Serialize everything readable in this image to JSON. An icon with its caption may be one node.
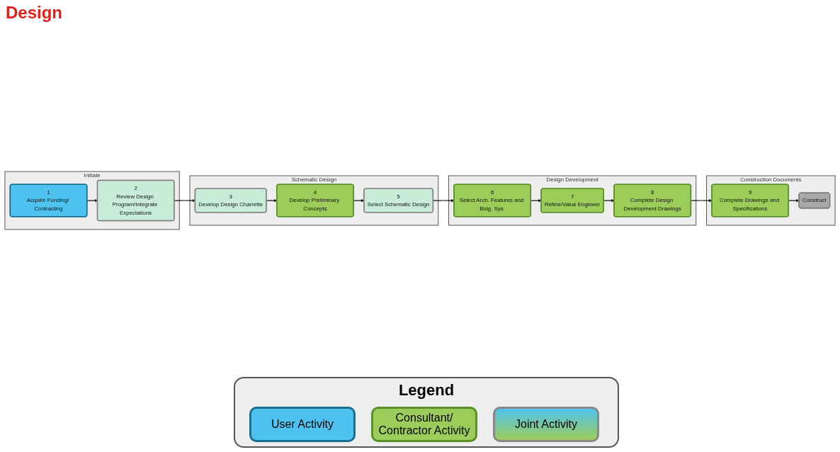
{
  "diagram": {
    "title": "Design",
    "nodes": [
      {
        "text": [
          "Initiate"
        ]
      },
      {
        "text": [
          "1",
          "Acquire Funding/ Contracting"
        ],
        "in": 0
      },
      {
        "text": [
          "2",
          "Review Design Program/Integrate Expectations"
        ],
        "in": 0
      },
      {
        "text": [
          "Schematic Design"
        ]
      },
      {
        "text": [
          "3",
          "Develop Design Charrette"
        ],
        "in": 3
      },
      {
        "text": [
          "4",
          "Develop Preliminary Concepts"
        ],
        "in": 3
      },
      {
        "text": [
          "5",
          "Select Schematic Design"
        ],
        "in": 3
      },
      {
        "text": [
          "Design Development"
        ]
      },
      {
        "text": [
          "6",
          "Select Arch. Features and Bldg. Sys."
        ],
        "in": 7
      },
      {
        "text": [
          "7",
          "Refine/Value Engineer"
        ],
        "in": 7
      },
      {
        "text": [
          "8",
          "Complete Design Development Drawings"
        ],
        "in": 7
      },
      {
        "text": [
          "Construction Documents"
        ]
      },
      {
        "text": [
          "9",
          "Complete Drawings and Specifications"
        ],
        "in": 11
      },
      {
        "text": [
          "Construct"
        ],
        "in": 11
      }
    ],
    "edges": [
      {
        "from": 1,
        "to": 2,
        "arrow": "to"
      },
      {
        "from": 2,
        "to": 4,
        "arrow": "to"
      },
      {
        "from": 4,
        "to": 5,
        "arrow": "to"
      },
      {
        "from": 5,
        "to": 6,
        "arrow": "to"
      },
      {
        "from": 6,
        "to": 8,
        "arrow": "to"
      },
      {
        "from": 8,
        "to": 9,
        "arrow": "to"
      },
      {
        "from": 9,
        "to": 10,
        "arrow": "to"
      },
      {
        "from": 10,
        "to": 12,
        "arrow": "to"
      },
      {
        "from": 12,
        "to": 13,
        "arrow": "to"
      }
    ],
    "labels": [
      "Legend"
    ],
    "legend": [
      {
        "text": "User Activity",
        "color": "#4fc3f0"
      },
      {
        "text": "Consultant/ Contractor Activity",
        "color": "#9ccc5a"
      },
      {
        "text": "Joint Activity"
      }
    ]
  }
}
